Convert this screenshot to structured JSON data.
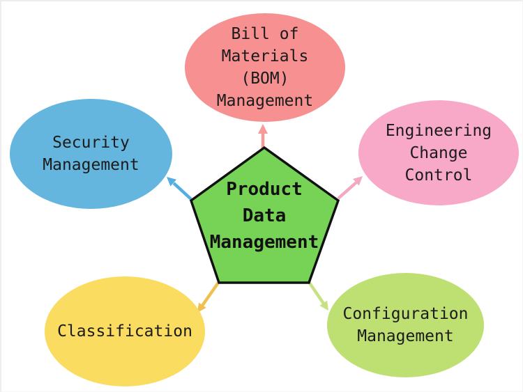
{
  "diagram": {
    "title": "Product Data Management",
    "background_color": "#ffffff",
    "center": {
      "shape": "pentagon",
      "label": "Product Data Management",
      "lines": [
        "Product",
        "Data",
        "Management"
      ],
      "fill": "#76D356",
      "stroke": "#111111"
    },
    "nodes": [
      {
        "id": "bom",
        "label": "Bill of Materials (BOM) Management",
        "lines": [
          "Bill of",
          "Materials",
          "(BOM)",
          "Management"
        ],
        "fill": "#F79090"
      },
      {
        "id": "engineering-change-control",
        "label": "Engineering Change Control",
        "lines": [
          "Engineering",
          "Change",
          "Control"
        ],
        "fill": "#F7A9C7"
      },
      {
        "id": "configuration-management",
        "label": "Configuration Management",
        "lines": [
          "Configuration",
          "Management"
        ],
        "fill": "#BEDF72"
      },
      {
        "id": "classification",
        "label": "Classification",
        "lines": [
          "Classification"
        ],
        "fill": "#F9DC60"
      },
      {
        "id": "security-management",
        "label": "Security Management",
        "lines": [
          "Security",
          "Management"
        ],
        "fill": "#64B6DF"
      }
    ],
    "arrows": [
      {
        "to": "bom",
        "color": "#F79A9A"
      },
      {
        "to": "engineering-change-control",
        "color": "#F2A9C4"
      },
      {
        "to": "configuration-management",
        "color": "#C7E183"
      },
      {
        "to": "classification",
        "color": "#EEC14F"
      },
      {
        "to": "security-management",
        "color": "#54AEE0"
      }
    ],
    "text_color": "#1b1b1b"
  }
}
